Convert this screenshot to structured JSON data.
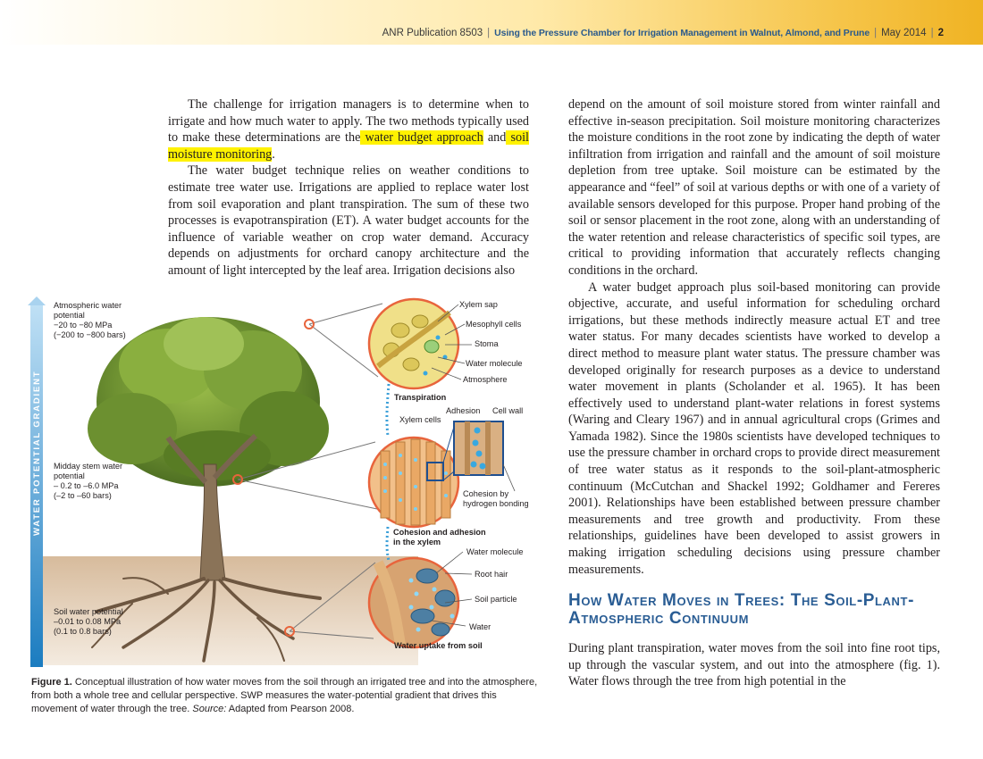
{
  "header": {
    "publication": "ANR Publication 8503",
    "title": "Using the Pressure Chamber for Irrigation Management in Walnut, Almond, and Prune",
    "date": "May 2014",
    "page": "2"
  },
  "left_column": {
    "p1_before": "The challenge for irrigation managers is to determine when to irrigate and how much water to apply. The two methods typically used to make these determinations are the",
    "p1_highlight1": " water budget approach",
    "p1_mid": " and",
    "p1_highlight2": " soil moisture monitoring",
    "p1_end": ".",
    "p2": "The water budget technique relies on weather conditions to estimate tree water use. Irrigations are applied to replace water lost from soil evaporation and plant transpiration. The sum of these two processes is evapotranspiration (ET). A water budget accounts for the influence of variable weather on crop water demand. Accuracy depends on adjustments for orchard canopy architecture and the amount of light intercepted by the leaf area. Irrigation decisions also"
  },
  "right_column": {
    "p1": "depend on the amount of soil moisture stored from winter rainfall and effective in-season precipitation. Soil moisture monitoring characterizes the moisture conditions in the root zone by indicating the depth of water infiltration from irrigation and rainfall and the amount of soil moisture depletion from tree uptake. Soil moisture can be estimated by the appearance and “feel” of soil at various depths or with one of a variety of available sensors developed for this purpose. Proper hand probing of the soil or sensor placement in the root zone, along with an understanding of the water retention and release characteristics of specific soil types, are critical to providing information that accurately reflects changing conditions in the orchard.",
    "p2": "A water budget approach plus soil-based monitoring can provide objective, accurate, and useful information for scheduling orchard irrigations, but these methods indirectly measure actual ET and tree water status. For many decades scientists have worked to develop a direct method to measure plant water status. The pressure chamber was developed originally for research purposes as a device to understand water movement in plants (Scholander et al. 1965). It has been effectively used to understand plant-water relations in forest systems (Waring and Cleary 1967) and in annual agricultural crops (Grimes and Yamada 1982). Since the 1980s scientists have developed techniques to use the pressure chamber in orchard crops to provide direct measurement of tree water status as it responds to the soil-plant-atmospheric continuum (McCutchan and Shackel 1992; Goldhamer and Fereres 2001). Relationships have been established between pressure chamber measurements and tree growth and productivity. From these relationships, guidelines have been developed to assist growers in making irrigation scheduling decisions using pressure chamber measurements.",
    "heading": "How Water Moves in Trees: The Soil-Plant-Atmospheric Continuum",
    "p3": "During plant transpiration, water moves from the soil into fine root tips, up through the vascular system, and out into the atmosphere (fig. 1). Water flows through the tree from high potential in the"
  },
  "figure": {
    "gradient_axis": "WATER POTENTIAL GRADIENT",
    "atmos": [
      "Atmospheric water",
      "potential",
      "−20 to −80 MPa",
      "(−200 to −800 bars)"
    ],
    "midday": [
      "Midday stem water",
      "potential",
      "– 0.2 to –6.0  MPa",
      "(–2 to –60 bars)"
    ],
    "soil": [
      "Soil water potential",
      "–0.01 to 0.08 MPa",
      "(0.1 to 0.8 bars)"
    ],
    "labels": {
      "xylem_sap": "Xylem sap",
      "mesophyll": "Mesophyll cells",
      "stoma": "Stoma",
      "water_molecule_top": "Water molecule",
      "atmosphere": "Atmosphere",
      "transpiration": "Transpiration",
      "adhesion": "Adhesion",
      "cell_wall": "Cell wall",
      "xylem_cells": "Xylem cells",
      "cohesion_by": "Cohesion by",
      "hydrogen_bonding": "hydrogen bonding",
      "cohesion_adhesion_1": "Cohesion and adhesion",
      "cohesion_adhesion_2": "in the xylem",
      "water_molecule_bottom": "Water molecule",
      "root_hair": "Root hair",
      "soil_particle": "Soil particle",
      "water": "Water",
      "water_uptake": "Water uptake from soil"
    },
    "colors": {
      "gradient_top": "#a9d3ef",
      "gradient_bottom": "#1a7bbf",
      "soil": "#c9a887",
      "canopy": "#6b8e23",
      "trunk": "#8a7358",
      "circle_border": "#e8643c",
      "water": "#6fc7ee"
    }
  },
  "caption": {
    "label": "Figure 1.",
    "text": " Conceptual illustration of how water moves from the soil through an irrigated tree and into the atmosphere, from both a whole tree and cellular perspective. SWP measures the water-potential gradient that drives this movement of water through the tree. ",
    "source_label": "Source:",
    "source": " Adapted from Pearson 2008."
  }
}
